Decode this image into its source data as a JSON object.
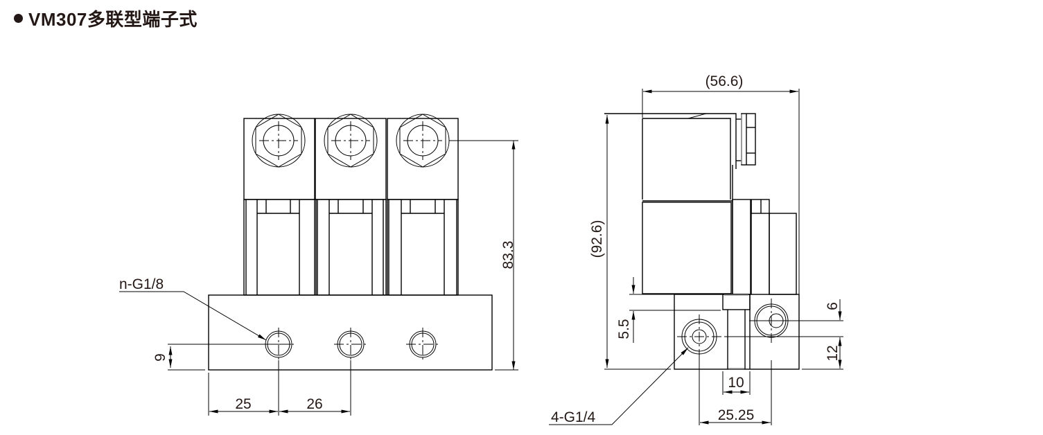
{
  "title": {
    "bullet": "●",
    "text": "VM307多联型端子式"
  },
  "front_view": {
    "valve_count": 3,
    "labels": {
      "port_callout": "n-G1/8",
      "height": "83.3",
      "port_offset": "9",
      "first_pitch": "25",
      "pitch": "26"
    }
  },
  "side_view": {
    "labels": {
      "width": "(56.6)",
      "height": "(92.6)",
      "offset_a": "5.5",
      "offset_b": "6",
      "offset_c": "12",
      "slot_width": "10",
      "port_spacing": "25.25",
      "port_callout": "4-G1/4"
    }
  },
  "colors": {
    "line": "#000000",
    "text": "#231815",
    "hidden_edge": "#9a9a9a"
  }
}
